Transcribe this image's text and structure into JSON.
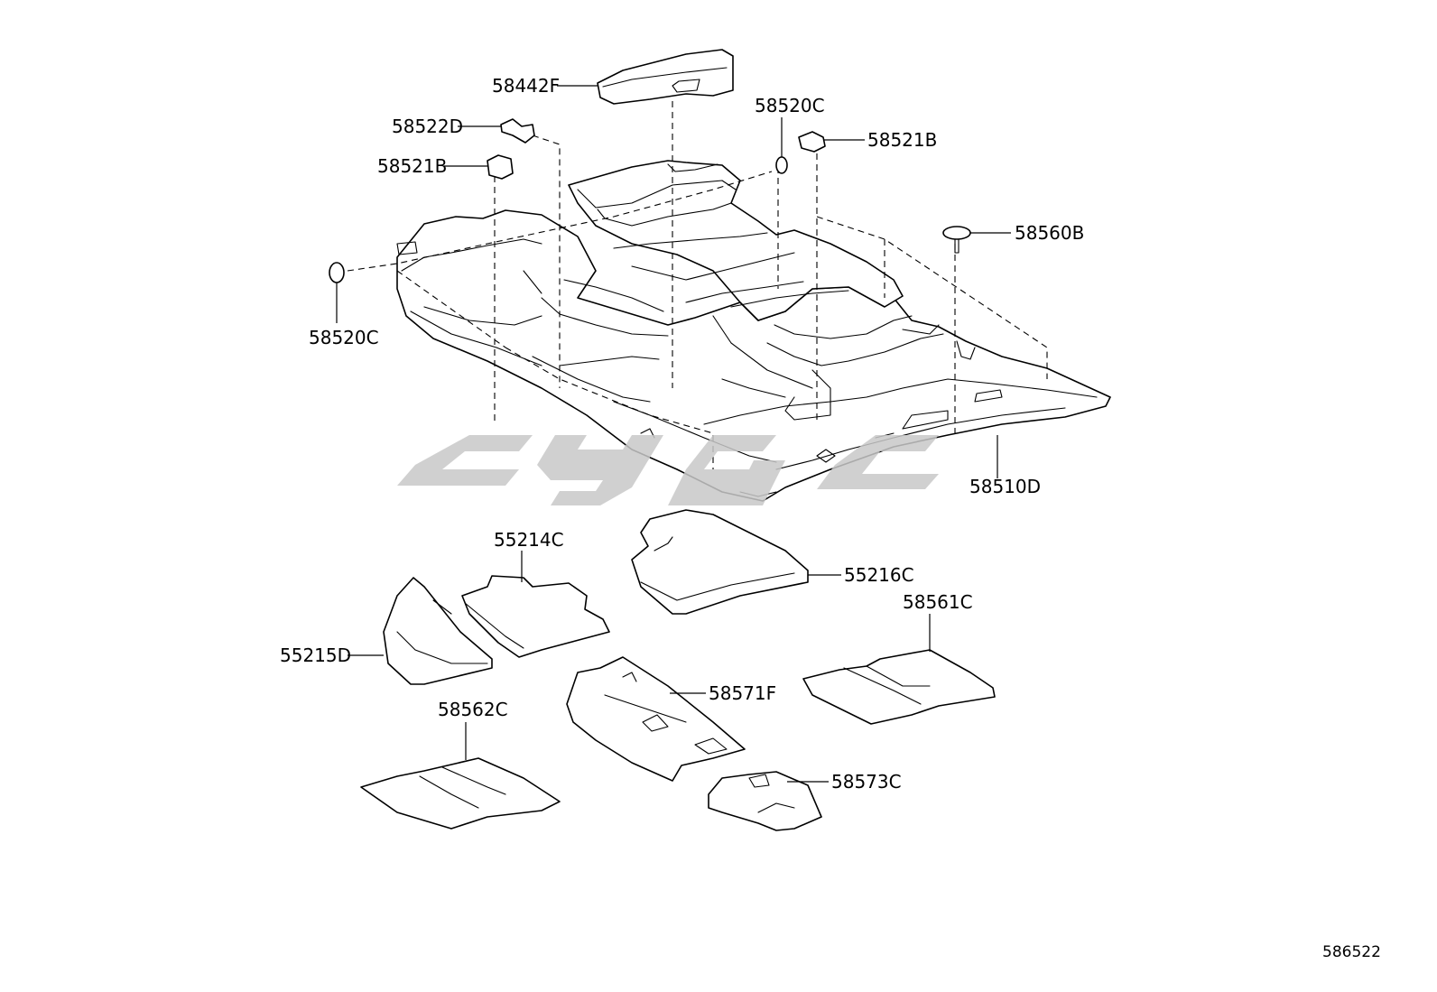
{
  "parts": [
    {
      "key": "p58442F",
      "code": "58442F"
    },
    {
      "key": "p58522D",
      "code": "58522D"
    },
    {
      "key": "p58521B_l",
      "code": "58521B"
    },
    {
      "key": "p58520C_top",
      "code": "58520C"
    },
    {
      "key": "p58521B_r",
      "code": "58521B"
    },
    {
      "key": "p58560B",
      "code": "58560B"
    },
    {
      "key": "p58520C_left",
      "code": "58520C"
    },
    {
      "key": "p58510D",
      "code": "58510D"
    },
    {
      "key": "p55214C",
      "code": "55214C"
    },
    {
      "key": "p55216C",
      "code": "55216C"
    },
    {
      "key": "p58561C",
      "code": "58561C"
    },
    {
      "key": "p55215D",
      "code": "55215D"
    },
    {
      "key": "p58571F",
      "code": "58571F"
    },
    {
      "key": "p58562C",
      "code": "58562C"
    },
    {
      "key": "p58573C",
      "code": "58573C"
    }
  ],
  "diagram_ref": "586522",
  "watermark_icon": "cgc-logo-watermark",
  "colors": {
    "line": "#000000",
    "background": "#ffffff",
    "watermark": "#c8c8c8"
  }
}
